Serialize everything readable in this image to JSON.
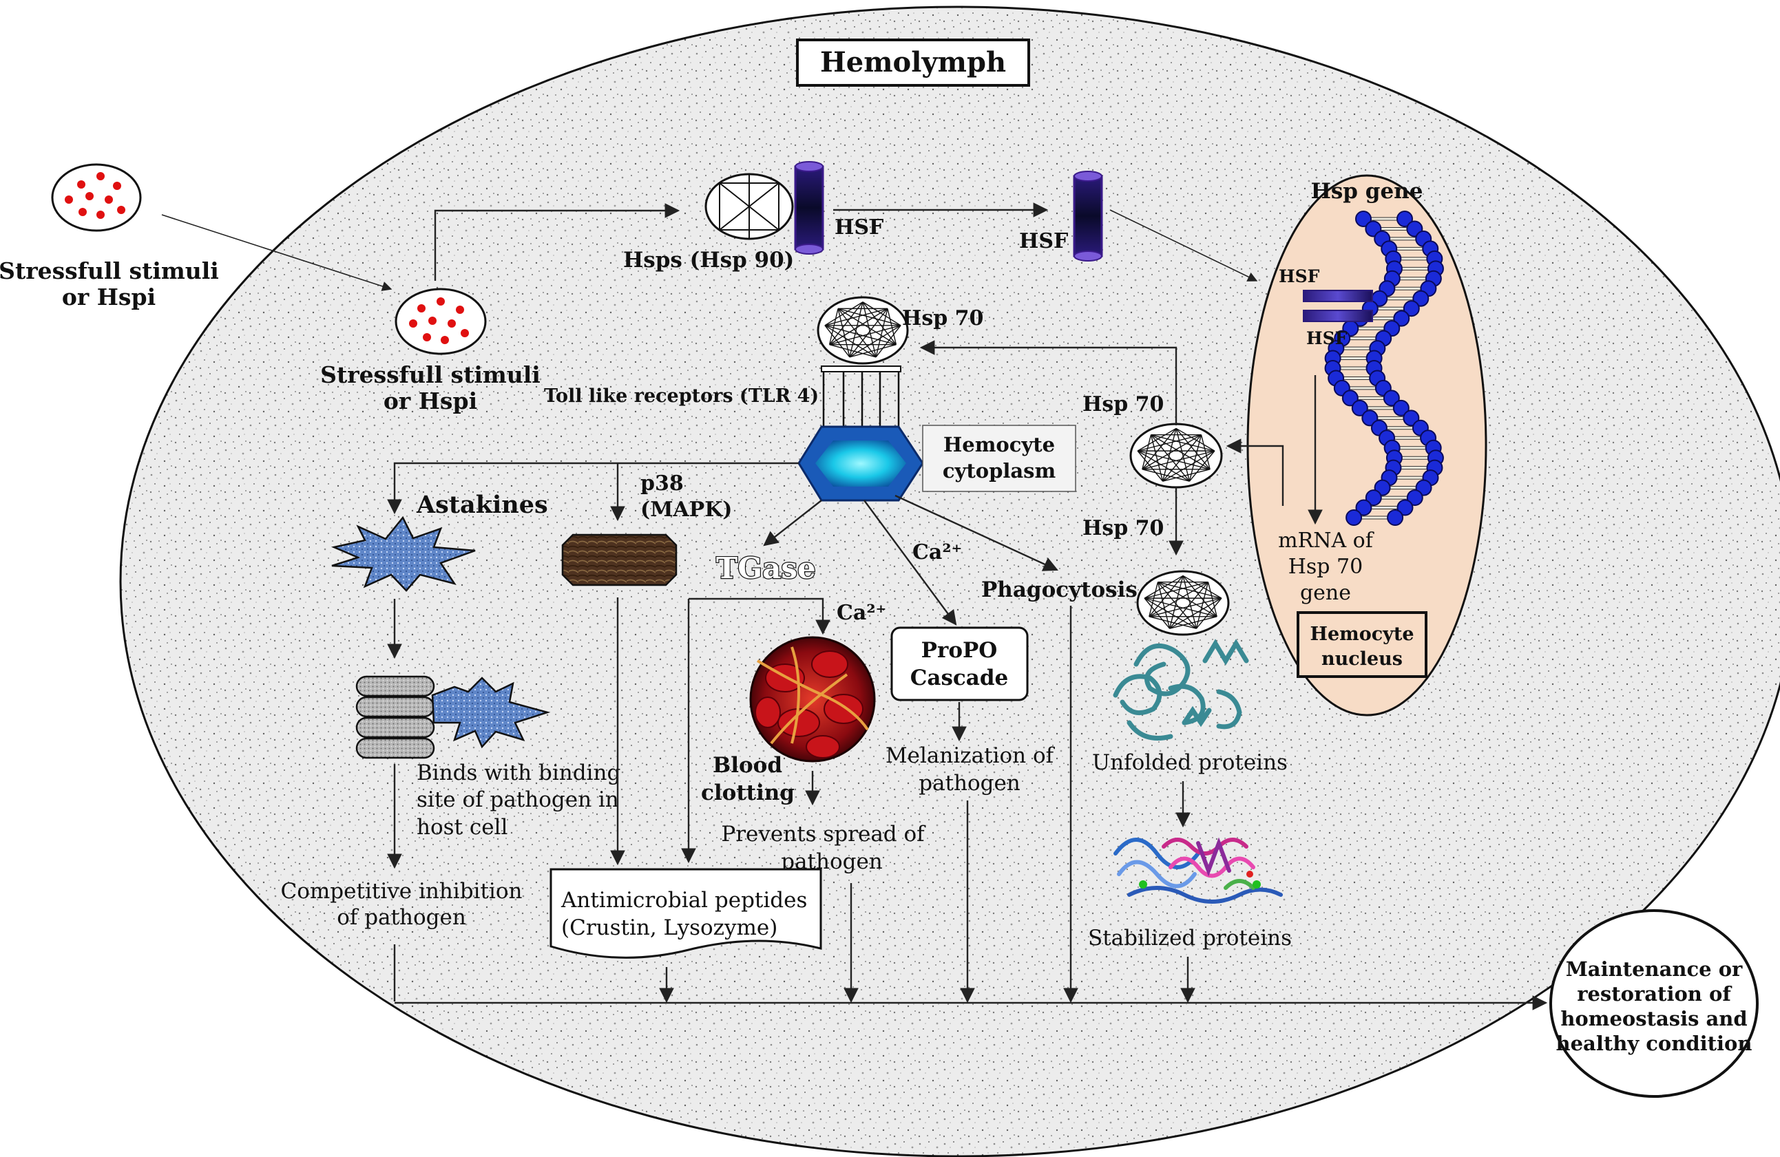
{
  "hemolymph": "Hemolymph",
  "external_stimuli": [
    "Stressfull stimuli",
    "or Hspi"
  ],
  "inner_stimuli": [
    "Stressfull stimuli",
    "or Hspi"
  ],
  "hsps_label": "Hsps (Hsp 90)",
  "hsf_label_1": "HSF",
  "hsf_label_2": "HSF",
  "hsp70_top": "Hsp 70",
  "tlr": "Toll like receptors (TLR 4)",
  "hemocyte_cytoplasm": [
    "Hemocyte",
    "cytoplasm"
  ],
  "astakines": "Astakines",
  "p38": [
    "p38",
    "(MAPK)"
  ],
  "tgase": "TGase",
  "ca_1": "Ca²⁺",
  "ca_2": "Ca²⁺",
  "phagocytosis": "Phagocytosis",
  "propo": [
    "ProPO",
    "Cascade"
  ],
  "blood_clotting": [
    "Blood",
    "clotting"
  ],
  "binds": [
    "Binds with binding",
    "site of pathogen in",
    "host cell"
  ],
  "competitive": [
    "Competitive inhibition",
    "of pathogen"
  ],
  "antimicrobial": [
    "Antimicrobial peptides",
    "(Crustin, Lysozyme)"
  ],
  "prevents": [
    "Prevents spread of",
    "pathogen"
  ],
  "melanization": [
    "Melanization of",
    "pathogen"
  ],
  "hsp70_mid": "Hsp 70",
  "hsp70_low": "Hsp 70",
  "unfolded": "Unfolded proteins",
  "stabilized": "Stabilized proteins",
  "nucleus": {
    "hsp_gene": "Hsp gene",
    "hsf_a": "HSF",
    "hsf_b": "HSF",
    "mrna": [
      "mRNA of",
      "Hsp 70",
      "gene"
    ],
    "box": [
      "Hemocyte",
      "nucleus"
    ]
  },
  "outcome": [
    "Maintenance or",
    "restoration of",
    "homeostasis and",
    "healthy condition"
  ],
  "colors": {
    "background_speckle": "#e6e6e6",
    "nucleus_fill": "#f4dcc8",
    "hsf_cylinder": "#3a2a9a",
    "dna_bead": "#1a2adc",
    "cytoplasm_hex": "#1a6fc8",
    "astakine": "#5a82c8",
    "mapk_block": "#5a3a22",
    "blood_red": "#b8141a",
    "protein_teal": "#4a9aa4"
  }
}
